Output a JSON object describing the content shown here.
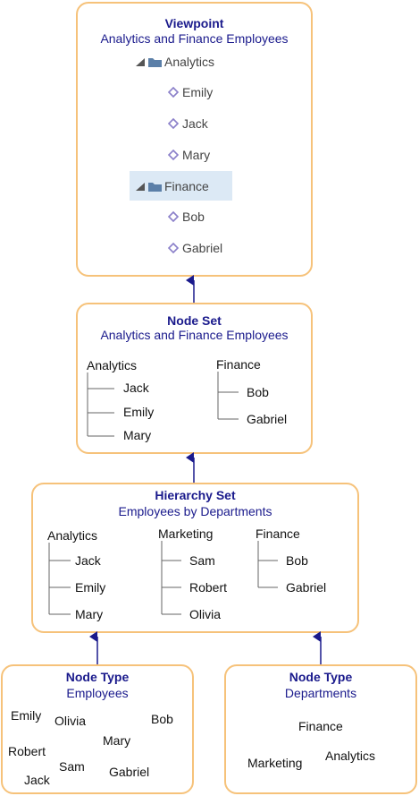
{
  "viewpoint": {
    "title": "Viewpoint",
    "subtitle": "Analytics and Finance Employees",
    "tree": [
      {
        "label": "Analytics",
        "icon": "folder-icon",
        "expanded": true,
        "children": [
          "Emily",
          "Jack",
          "Mary"
        ]
      },
      {
        "label": "Finance",
        "icon": "folder-icon",
        "expanded": true,
        "selected": true,
        "children": [
          "Bob",
          "Gabriel"
        ]
      }
    ]
  },
  "node_set": {
    "title": "Node Set",
    "subtitle": "Analytics and Finance Employees",
    "groups": [
      {
        "parent": "Analytics",
        "children": [
          "Jack",
          "Emily",
          "Mary"
        ]
      },
      {
        "parent": "Finance",
        "children": [
          "Bob",
          "Gabriel"
        ]
      }
    ]
  },
  "hierarchy_set": {
    "title": "Hierarchy Set",
    "subtitle": "Employees by Departments",
    "groups": [
      {
        "parent": "Analytics",
        "children": [
          "Jack",
          "Emily",
          "Mary"
        ]
      },
      {
        "parent": "Marketing",
        "children": [
          "Sam",
          "Robert",
          "Olivia"
        ]
      },
      {
        "parent": "Finance",
        "children": [
          "Bob",
          "Gabriel"
        ]
      }
    ]
  },
  "node_type_employees": {
    "title": "Node Type",
    "subtitle": "Employees",
    "items": [
      "Emily",
      "Olivia",
      "Bob",
      "Mary",
      "Robert",
      "Sam",
      "Jack",
      "Gabriel"
    ]
  },
  "node_type_departments": {
    "title": "Node Type",
    "subtitle": "Departments",
    "items": [
      "Finance",
      "Analytics",
      "Marketing"
    ]
  },
  "colors": {
    "box_border": "#f6c27a",
    "title": "#1a1a8c",
    "arrow": "#1a1a8c",
    "member_icon": "#8a7fc9",
    "folder": "#5b7fa8",
    "selection": "#dce9f5"
  }
}
